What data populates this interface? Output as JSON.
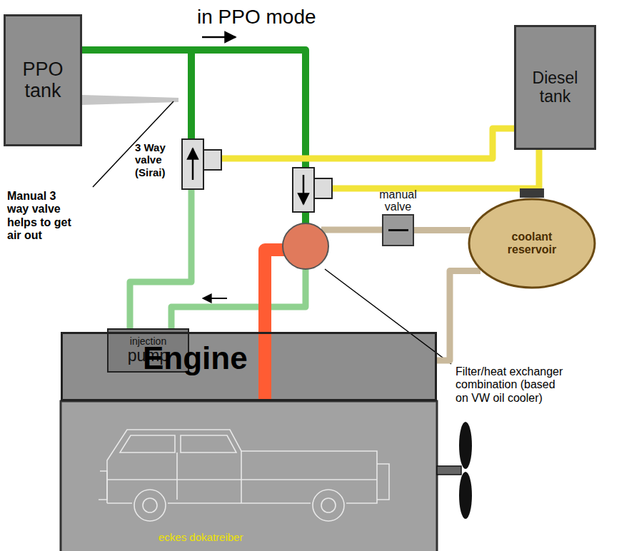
{
  "diagram": {
    "title": "in PPO mode",
    "nodes": [
      {
        "text": [
          "PPO tank"
        ]
      },
      {
        "text": [
          "Diesel tank"
        ]
      },
      {
        "text": [
          "manual valve"
        ]
      },
      {
        "text": [
          "coolant reservoir"
        ]
      },
      {
        "text": [
          "injection",
          "pump"
        ]
      },
      {
        "text": [
          "Engine"
        ]
      }
    ],
    "edges": [
      {
        "from": 2,
        "to": 3,
        "arrow": "none"
      },
      {
        "from": 3,
        "to": 5,
        "arrow": "none"
      }
    ],
    "labels": [
      "3 Way valve (Sirai)",
      "Manual 3 way valve helps to get air out",
      "Filter/heat exchanger combination (based on VW oil cooler)",
      "eckes dokatreiber"
    ]
  }
}
